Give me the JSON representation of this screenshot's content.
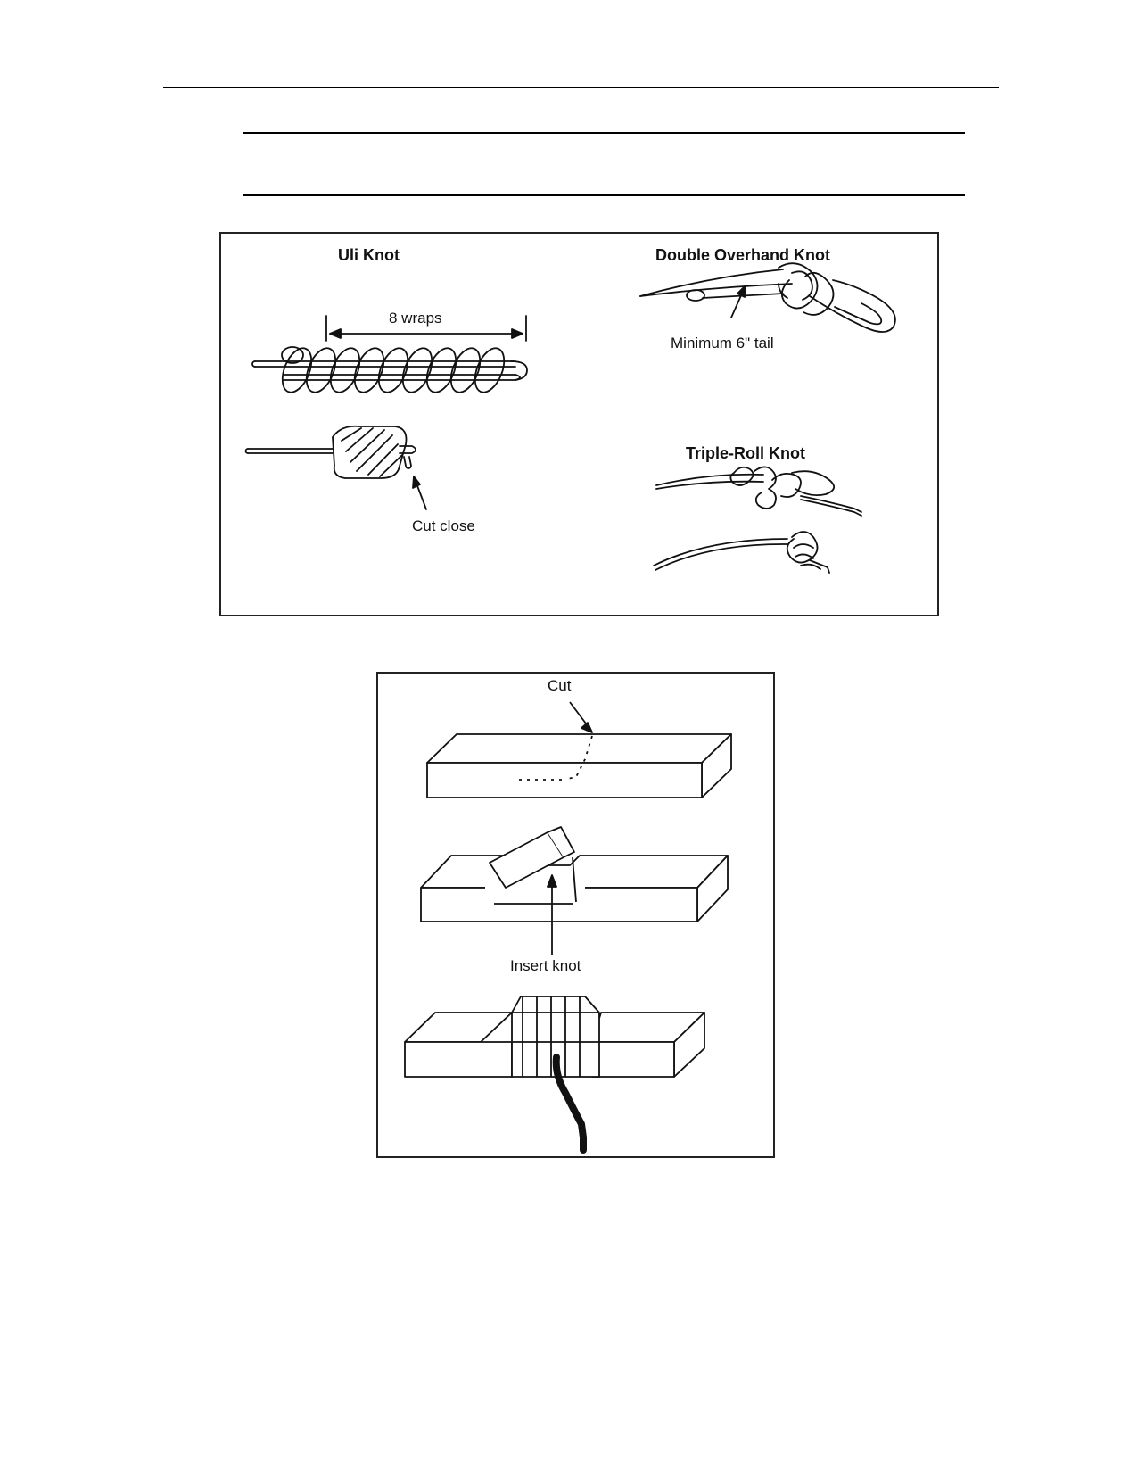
{
  "knot_figure": {
    "uli_knot_title": "Uli Knot",
    "wraps_label": "8 wraps",
    "cut_close_label": "Cut close",
    "double_overhand_title": "Double Overhand Knot",
    "tail_label": "Minimum 6\" tail",
    "triple_roll_title": "Triple-Roll Knot"
  },
  "block_figure": {
    "cut_label": "Cut",
    "insert_knot_label": "Insert knot"
  }
}
